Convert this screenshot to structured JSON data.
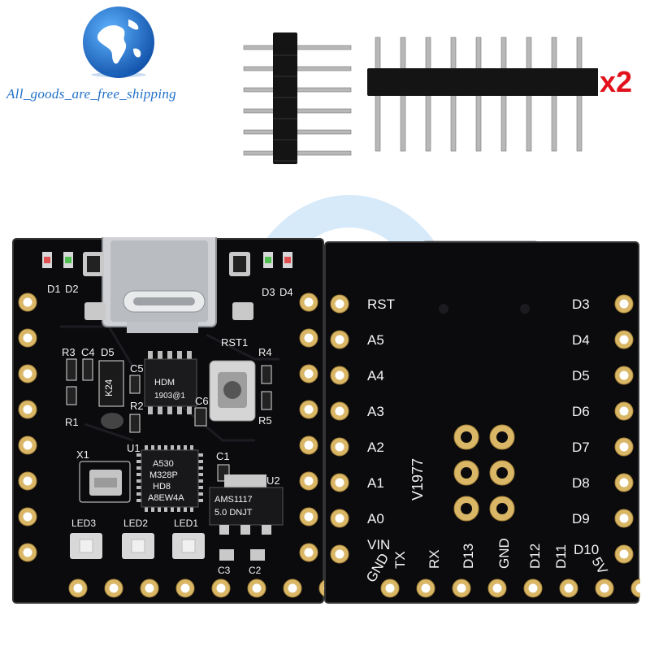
{
  "shop": {
    "name": "All_goods_are_free_shipping",
    "logo_icon": "globe-icon",
    "brand_colors": {
      "globe_blue": "#1f6fc9",
      "multiplier_red": "#e1121b"
    }
  },
  "headers": {
    "multiplier": "x2",
    "short_header_pins": 6,
    "long_header_pins": 9
  },
  "board_front": {
    "labels": {
      "d1": "D1",
      "d2": "D2",
      "d3": "D3",
      "d4": "D4",
      "r3": "R3",
      "c4": "C4",
      "d5": "D5",
      "c5": "C5",
      "r2": "R2",
      "r1": "R1",
      "chip_k24": "K24",
      "usb_chip_1": "HDM",
      "usb_chip_2": "1903@1",
      "rst1": "RST1",
      "r4": "R4",
      "r5": "R5",
      "c6": "C6",
      "u1": "U1",
      "x1": "X1",
      "mcu_1": "A530",
      "mcu_2": "M328P",
      "mcu_3": "HD8",
      "mcu_4": "A8EW4A",
      "c1": "C1",
      "u2": "U2",
      "reg_1": "AMS1117",
      "reg_2": "5.0 DNJT",
      "led3": "LED3",
      "led2": "LED2",
      "led1": "LED1",
      "c3": "C3",
      "c2": "C2"
    }
  },
  "board_back": {
    "left_pins": [
      "RST",
      "A5",
      "A4",
      "A3",
      "A2",
      "A1",
      "A0",
      "VIN"
    ],
    "right_pins": [
      "D3",
      "D4",
      "D5",
      "D6",
      "D7",
      "D8",
      "D9",
      "D10"
    ],
    "bottom_pins": [
      "GND",
      "TX",
      "RX",
      "D13",
      "GND",
      "D12",
      "D11",
      "5V"
    ],
    "board_id": "V1977"
  }
}
